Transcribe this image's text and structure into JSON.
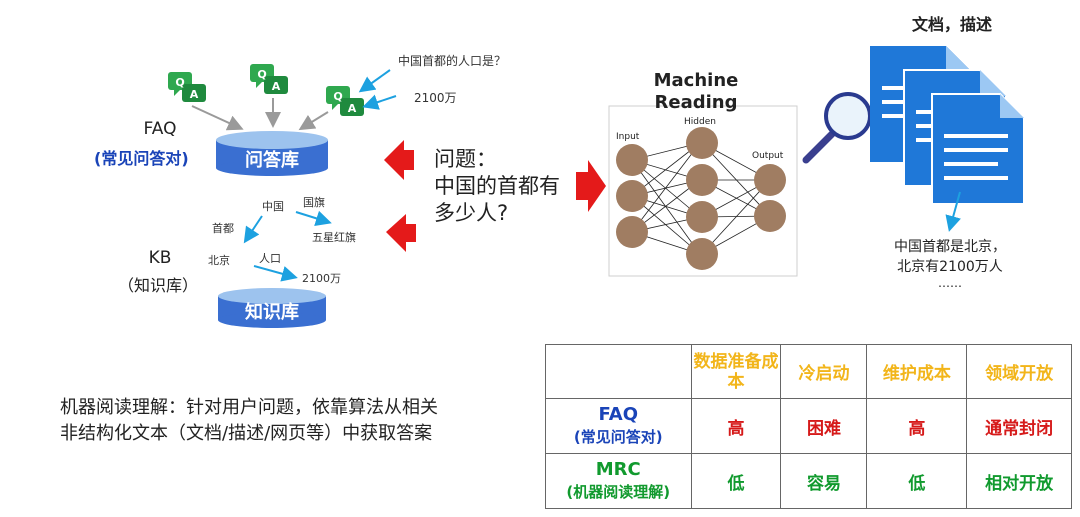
{
  "faq_side": {
    "qa_icon_q": "Q",
    "qa_icon_a": "A",
    "faq_label": "FAQ",
    "faq_sub": "(常见问答对)",
    "faq_db": "问答库",
    "question_sample": "中国首都的人口是？",
    "answer_sample": "2100万"
  },
  "kb_side": {
    "kb_label": "KB",
    "kb_sub": "（知识库）",
    "kb_db": "知识库",
    "graph": {
      "china": "中国",
      "flag": "国旗",
      "capital": "首都",
      "five_star": "五星红旗",
      "beijing": "北京",
      "population": "人口",
      "pop_value": "2100万"
    }
  },
  "question": {
    "line1": "问题：",
    "line2": "中国的首都有",
    "line3": "多少人?"
  },
  "mrc": {
    "title_line1": "Machine",
    "title_line2": "Reading",
    "input": "Input",
    "hidden": "Hidden",
    "output": "Output"
  },
  "docs": {
    "title": "文档，描述",
    "text_line1": "中国首都是北京，",
    "text_line2": "北京有2100万人",
    "text_line3": "……"
  },
  "definition": {
    "line1": "机器阅读理解：针对用户问题，依靠算法从相关",
    "line2": "非结构化文本（文档/描述/网页等）中获取答案"
  },
  "comparison": {
    "headers": [
      "数据准备成本",
      "冷启动",
      "维护成本",
      "领域开放"
    ],
    "rows": [
      {
        "label": "FAQ",
        "sub": "(常见问答对)",
        "cells": [
          "高",
          "困难",
          "高",
          "通常封闭"
        ]
      },
      {
        "label": "MRC",
        "sub": "(机器阅读理解)",
        "cells": [
          "低",
          "容易",
          "低",
          "相对开放"
        ]
      }
    ]
  },
  "colors": {
    "brand_blue": "#1a44b8",
    "db_blue": "#3a6fd1",
    "arrow_red": "#e41a1a",
    "header_gold": "#f2b51a",
    "cell_red": "#d61a1a",
    "cell_green": "#119a2e",
    "doc_blue": "#1f78d8",
    "qa_green": "#2fa84f",
    "neuron_brown": "#a07d62"
  }
}
